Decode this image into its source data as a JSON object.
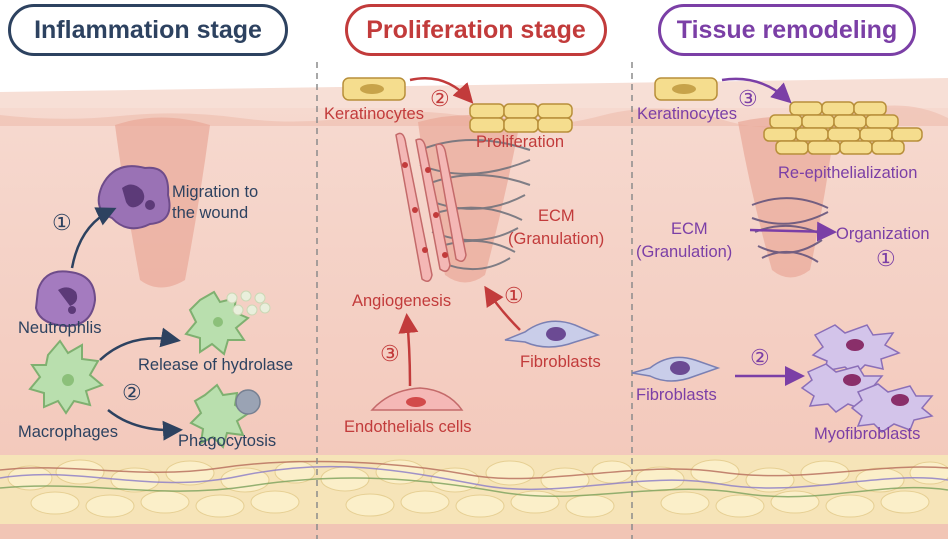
{
  "stages": [
    {
      "title": "Inflammation stage",
      "color": "#2d4260"
    },
    {
      "title": "Proliferation stage",
      "color": "#c23b3b"
    },
    {
      "title": "Tissue remodeling",
      "color": "#7b3fa6"
    }
  ],
  "inflammation": {
    "migration_line1": "Migration to",
    "migration_line2": "the wound",
    "neutrophils": "Neutrophlis",
    "macrophages": "Macrophages",
    "hydrolase": "Release of hydrolase",
    "phagocytosis": "Phagocytosis",
    "step1": "①",
    "step2": "②"
  },
  "proliferation": {
    "keratinocytes": "Keratinocytes",
    "proliferation": "Proliferation",
    "ecm_line1": "ECM",
    "ecm_line2": "(Granulation)",
    "angiogenesis": "Angiogenesis",
    "fibroblasts": "Fibroblasts",
    "endothelial": "Endothelials cells",
    "step1": "①",
    "step2": "②",
    "step3": "③"
  },
  "remodeling": {
    "keratinocytes": "Keratinocytes",
    "reepithelialization": "Re-epithelialization",
    "ecm_line1": "ECM",
    "ecm_line2": "(Granulation)",
    "organization": "Organization",
    "fibroblasts": "Fibroblasts",
    "myofibroblasts": "Myofibroblasts",
    "step1": "①",
    "step2": "②",
    "step3": "③"
  }
}
